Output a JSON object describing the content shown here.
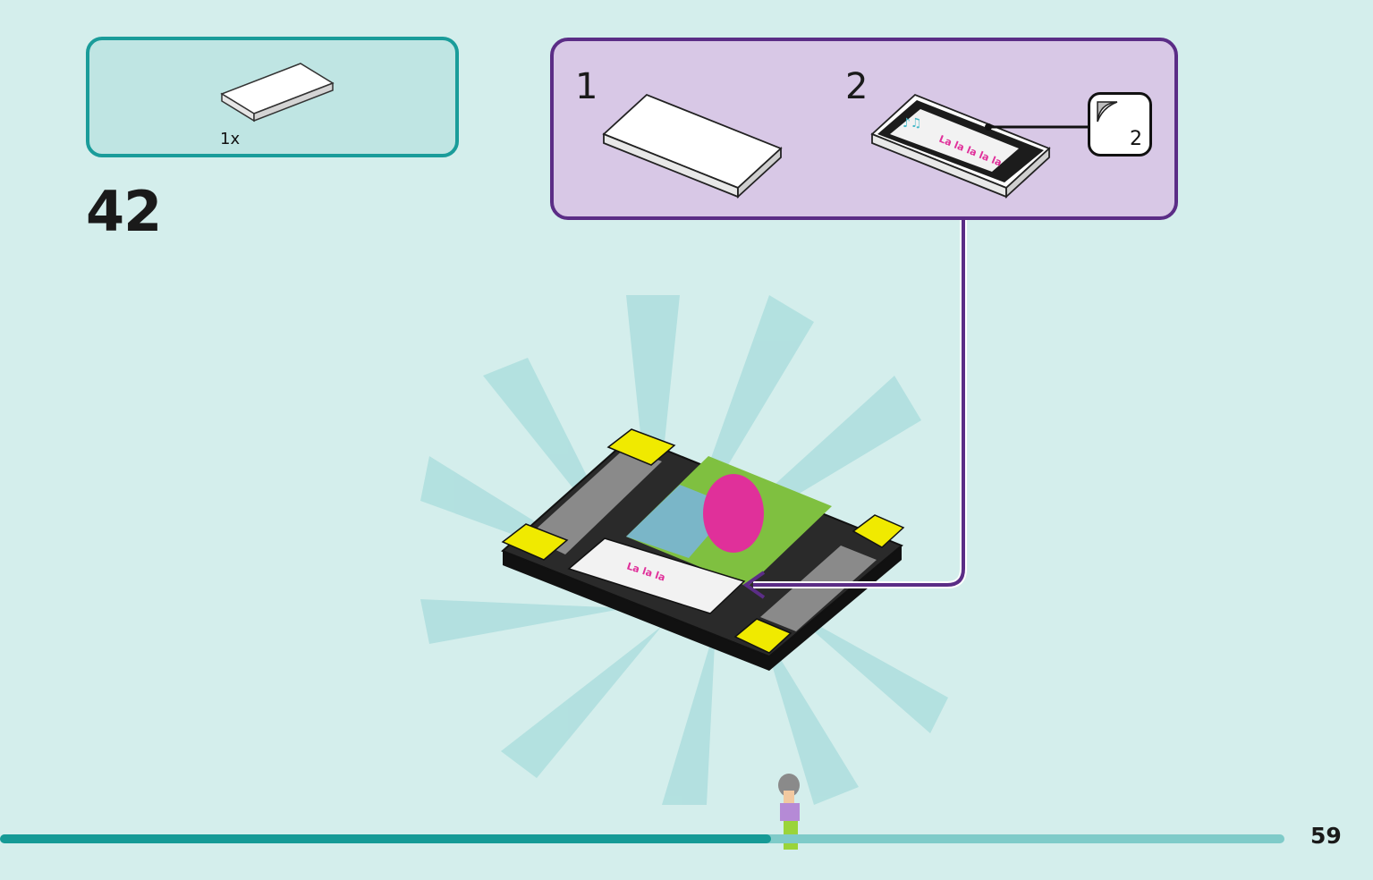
{
  "parts_list": {
    "count_label": "1x"
  },
  "step": {
    "number": "42"
  },
  "sub_assembly": {
    "step_1_label": "1",
    "step_2_label": "2",
    "sticker_number": "2",
    "sticker_text": "La la la la la"
  },
  "page": {
    "number": "59",
    "progress": 0.6
  },
  "colors": {
    "teal": "#1a9c9a",
    "purple": "#5b2d86",
    "yellow": "#f0ea00",
    "pink": "#e0309a"
  }
}
